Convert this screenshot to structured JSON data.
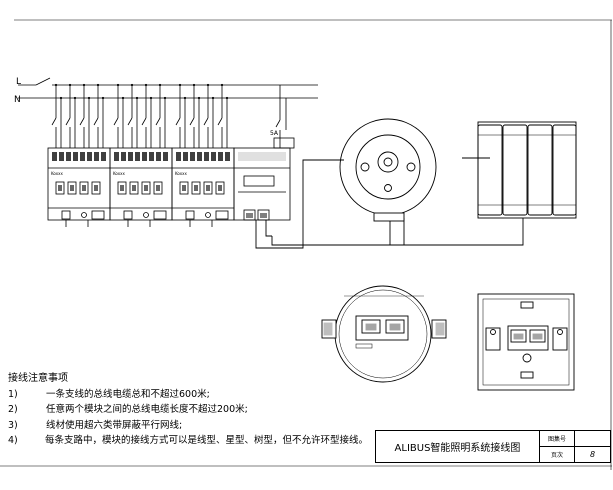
{
  "labels": {
    "line_live": "L",
    "line_neutral": "N",
    "breaker_rating": "5A",
    "brand_tag": "Koxxx"
  },
  "modules": {
    "relay_count": 3,
    "channels_per_relay": 4,
    "display_module": true
  },
  "notes": {
    "title": "接线注意事项",
    "items": [
      {
        "num": "1)",
        "text": "一条支线的总线电缆总和不超过600米;"
      },
      {
        "num": "2)",
        "text": "任意两个模块之间的总线电缆长度不超过200米;"
      },
      {
        "num": "3)",
        "text": "线材使用超六类带屏蔽平行网线;"
      },
      {
        "num": "4)",
        "text": "每条支路中，模块的接线方式可以是线型、星型、树型，但不允许环型接线。"
      }
    ]
  },
  "title_block": {
    "title": "ALIBUS智能照明系统接线图",
    "drawing_no_label": "图集号",
    "page_label": "页次",
    "page_value": "8"
  }
}
